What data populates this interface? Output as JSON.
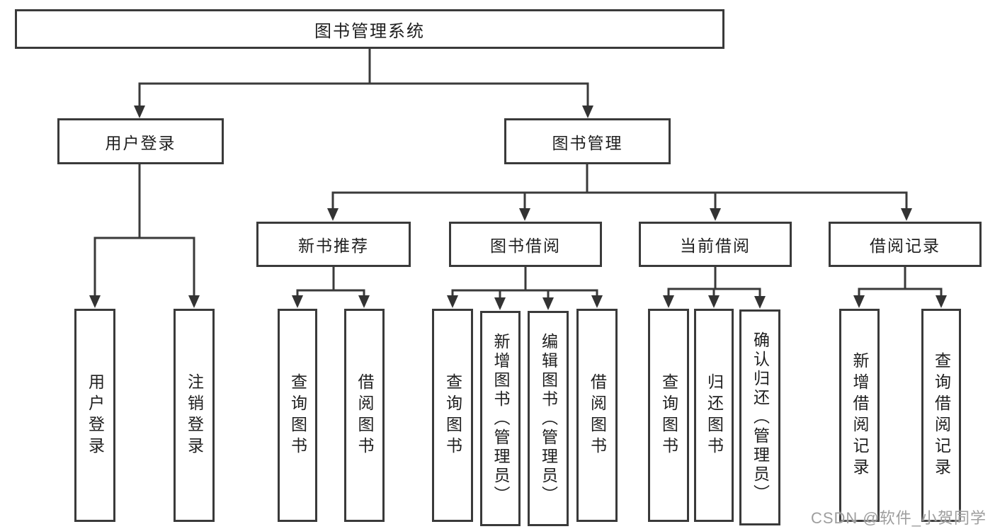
{
  "tree": {
    "root": {
      "label": "图书管理系统"
    },
    "branches": [
      {
        "label": "用户登录",
        "children": [
          {
            "label": "用户登录"
          },
          {
            "label": "注销登录"
          }
        ]
      },
      {
        "label": "图书管理",
        "children": [
          {
            "label": "新书推荐",
            "children": [
              {
                "label": "查询图书"
              },
              {
                "label": "借阅图书"
              }
            ]
          },
          {
            "label": "图书借阅",
            "children": [
              {
                "label": "查询图书"
              },
              {
                "label": "新增图书（管理员）"
              },
              {
                "label": "编辑图书（管理员）"
              },
              {
                "label": "借阅图书"
              }
            ]
          },
          {
            "label": "当前借阅",
            "children": [
              {
                "label": "查询图书"
              },
              {
                "label": "归还图书"
              },
              {
                "label": "确认归还（管理员）"
              }
            ]
          },
          {
            "label": "借阅记录",
            "children": [
              {
                "label": "新增借阅记录"
              },
              {
                "label": "查询借阅记录"
              }
            ]
          }
        ]
      }
    ]
  },
  "watermark": {
    "text": "CSDN @软件_小贺同学"
  },
  "colors": {
    "line": "#3a3a3a",
    "text": "#1f1f1f",
    "box_fill": "#ffffff",
    "watermark": "#9e9e9e",
    "background": "#ffffff"
  }
}
